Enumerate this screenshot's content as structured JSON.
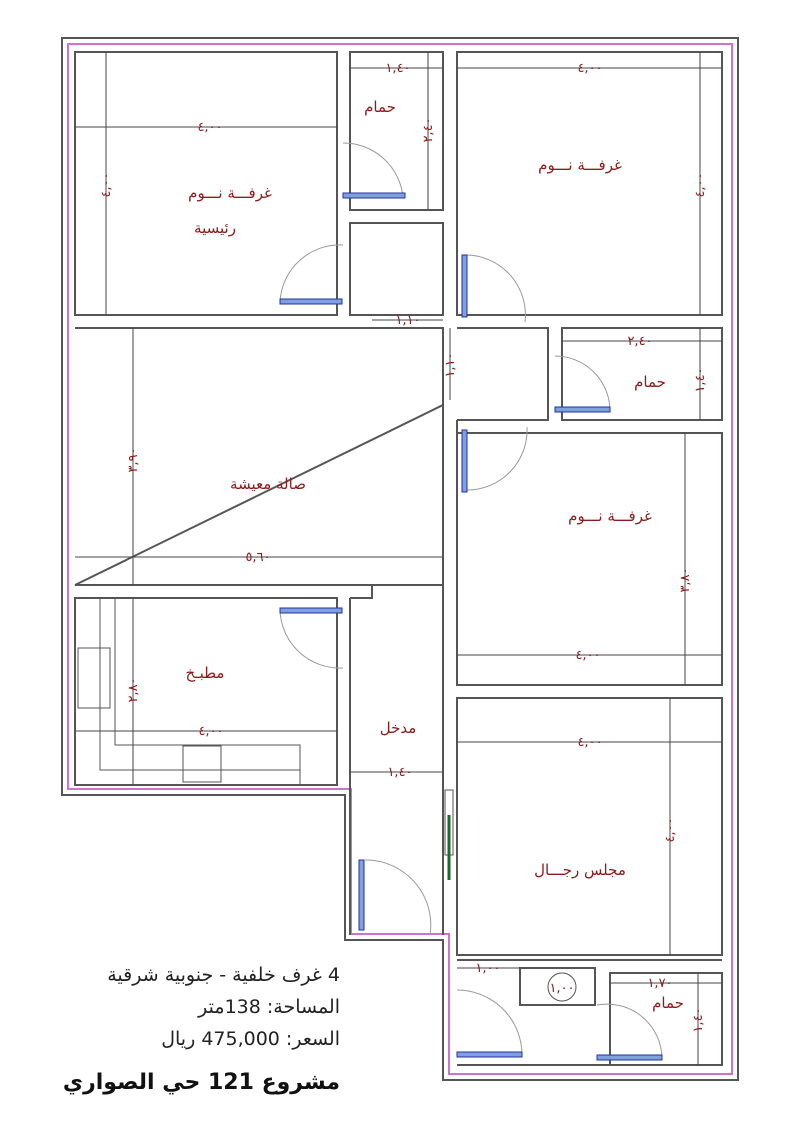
{
  "rooms": {
    "master_bedroom": "غرفـــة نـــوم",
    "master_bedroom_sub": "رئيسية",
    "bath_1": "حمام",
    "bedroom_top": "غرفـــة نـــوم",
    "bath_2": "حمام",
    "living": "صالة معيشة",
    "bedroom_mid": "غرفـــة نـــوم",
    "kitchen": "مطبـخ",
    "entrance": "مدخل",
    "majlis": "مجلس رجـــال",
    "bath_3": "حمام"
  },
  "dimensions": {
    "master_w": "٤,٠٠",
    "master_h": "٤,٠٠",
    "bath1_w": "١,٤٠",
    "bath1_h": "٢,٤٠",
    "bedtop_w": "٤,٠٠",
    "bedtop_h": "٤,٠٠",
    "passage_w": "١,١٠",
    "passage_h": "١,١٠",
    "bath2_w": "٢,٤٠",
    "bath2_h": "١,٤٠",
    "living_h": "٣,٩٠",
    "living_w": "٥,٦٠",
    "bedmid_h": "٣,٨٠",
    "bedmid_w": "٤,٠٠",
    "kitchen_h": "٢,٨٠",
    "kitchen_w": "٤,٠٠",
    "entrance_w": "١,٤٠",
    "majlis_w": "٤,٠٠",
    "majlis_h": "٤,٠٠",
    "lobby_w": "١,٠٠",
    "wash_w": "١,٠٠",
    "bath3_w": "١,٧٠",
    "bath3_h": "١,٤٠"
  },
  "info": {
    "line1": "4 غرف خلفية - جنوبية شرقية",
    "line2": "المساحة: 138متر",
    "line3": "السعر: 475,000 ريال",
    "title": "مشروع 121 حي الصواري"
  },
  "colors": {
    "walls": "#555555",
    "outline": "#d070d0",
    "labels": "#8b1a1a",
    "door_leaf": "#2030a0"
  }
}
